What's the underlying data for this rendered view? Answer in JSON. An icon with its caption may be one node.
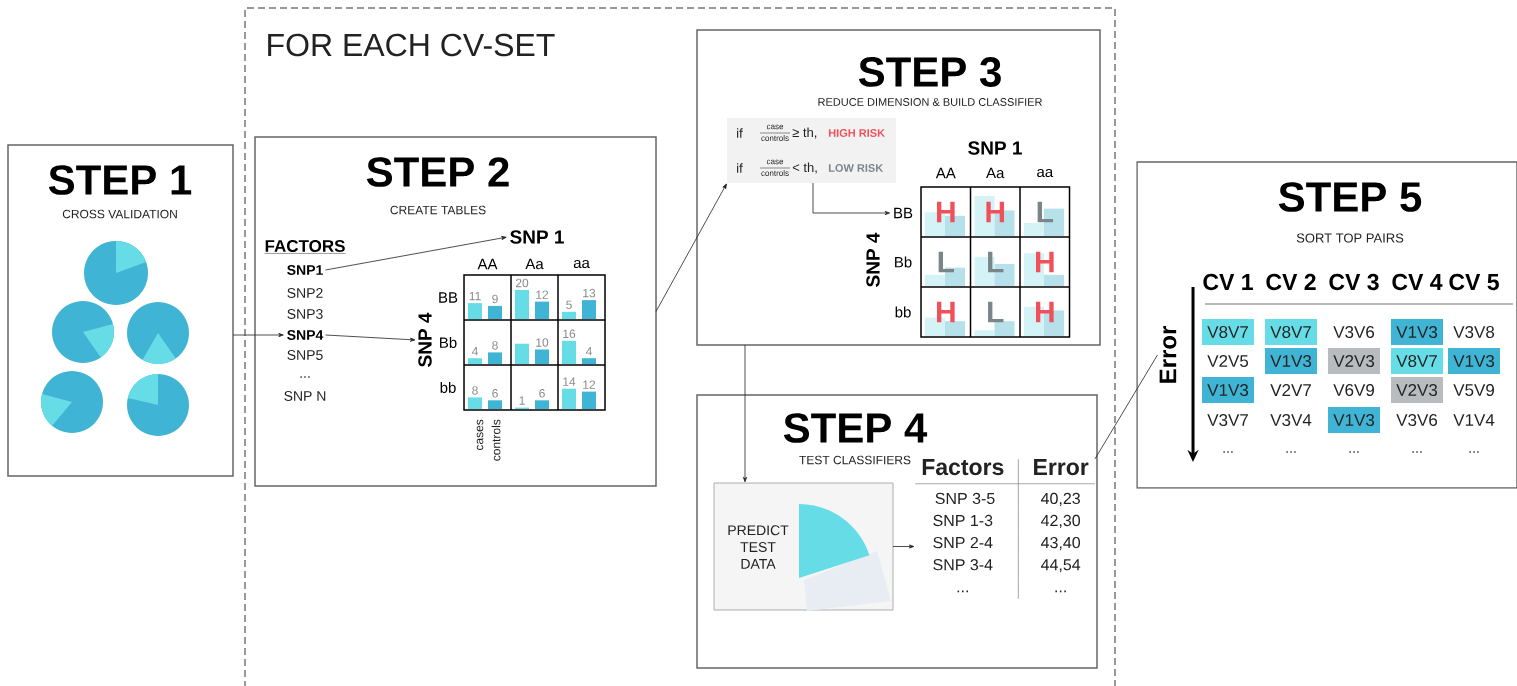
{
  "diagram": {
    "nodes": [
      {
        "text": [
          "FOR EACH CV-SET"
        ]
      },
      {
        "text": [
          "STEP 1",
          "CROSS VALIDATION"
        ]
      },
      {
        "text": [
          "STEP 2",
          "CREATE TABLES"
        ],
        "in": 0
      },
      {
        "text": [
          "SNP1"
        ],
        "in": 2
      },
      {
        "text": [
          "SNP 1"
        ],
        "in": 2
      },
      {
        "text": [
          "SNP4"
        ],
        "in": 2
      },
      {
        "text": [
          "SNP 4"
        ],
        "in": 2
      },
      {
        "text": [
          "STEP 3",
          "REDUCE DIMENSION & BUILD CLASSIFIER"
        ],
        "in": 0
      },
      {
        "text": [
          "if",
          "case",
          "controls",
          "≥ th,",
          "HIGH RISK",
          "if",
          "case",
          "controls",
          "< th,",
          "LOW RISK"
        ],
        "in": 7
      },
      {
        "text": [
          "BB"
        ],
        "in": 7
      },
      {
        "text": [
          "STEP 4",
          "TEST CLASSIFIERS"
        ],
        "in": 0
      },
      {
        "text": [
          "PREDICT TEST DATA"
        ],
        "in": 10
      },
      {
        "text": [
          "Factors",
          "Error",
          "SNP 3-5",
          "40,23",
          "SNP 1-3",
          "42,30",
          "SNP 2-4",
          "43,40",
          "SNP 3-4",
          "44,54",
          "...",
          "..."
        ],
        "in": 10
      },
      {
        "text": [
          "STEP 5",
          "SORT TOP PAIRS"
        ]
      },
      {
        "text": [
          "Error"
        ],
        "in": 13
      }
    ],
    "edges": [
      {
        "from": 1,
        "to": 5,
        "arrow": "to"
      },
      {
        "from": 3,
        "to": 4,
        "arrow": "to"
      },
      {
        "from": 5,
        "to": 6,
        "arrow": "to"
      },
      {
        "from": 2,
        "to": 8,
        "arrow": "to"
      },
      {
        "from": 8,
        "to": 9,
        "arrow": "to"
      },
      {
        "from": 7,
        "to": 11,
        "arrow": "to"
      },
      {
        "from": 11,
        "to": 12,
        "arrow": "to"
      },
      {
        "from": 12,
        "to": 14,
        "arrow": "none"
      }
    ],
    "labels": [
      "FACTORS",
      "SNP2",
      "SNP3",
      "SNP5",
      "...",
      "SNP N",
      "AA",
      "Aa",
      "aa",
      "BB",
      "Bb",
      "bb",
      "11",
      "9",
      "20",
      "12",
      "5",
      "13",
      "4",
      "8",
      "10",
      "16",
      "4",
      "8",
      "6",
      "1",
      "6",
      "14",
      "12",
      "cases",
      "controls",
      "SNP 1",
      "AA",
      "Aa",
      "aa",
      "SNP 4",
      "Bb",
      "bb",
      "H",
      "H",
      "L",
      "L",
      "L",
      "H",
      "H",
      "L",
      "H",
      "CV 1",
      "CV 2",
      "CV 3",
      "CV 4",
      "CV 5",
      "V8V7",
      "V8V7",
      "V3V6",
      "V1V3",
      "V3V8",
      "V2V5",
      "V1V3",
      "V2V3",
      "V8V7",
      "V1V3",
      "V1V3",
      "V2V7",
      "V6V9",
      "V2V3",
      "V5V9",
      "V3V7",
      "V3V4",
      "V1V3",
      "V3V6",
      "V1V4",
      "...",
      "...",
      "...",
      "...",
      "..."
    ]
  }
}
